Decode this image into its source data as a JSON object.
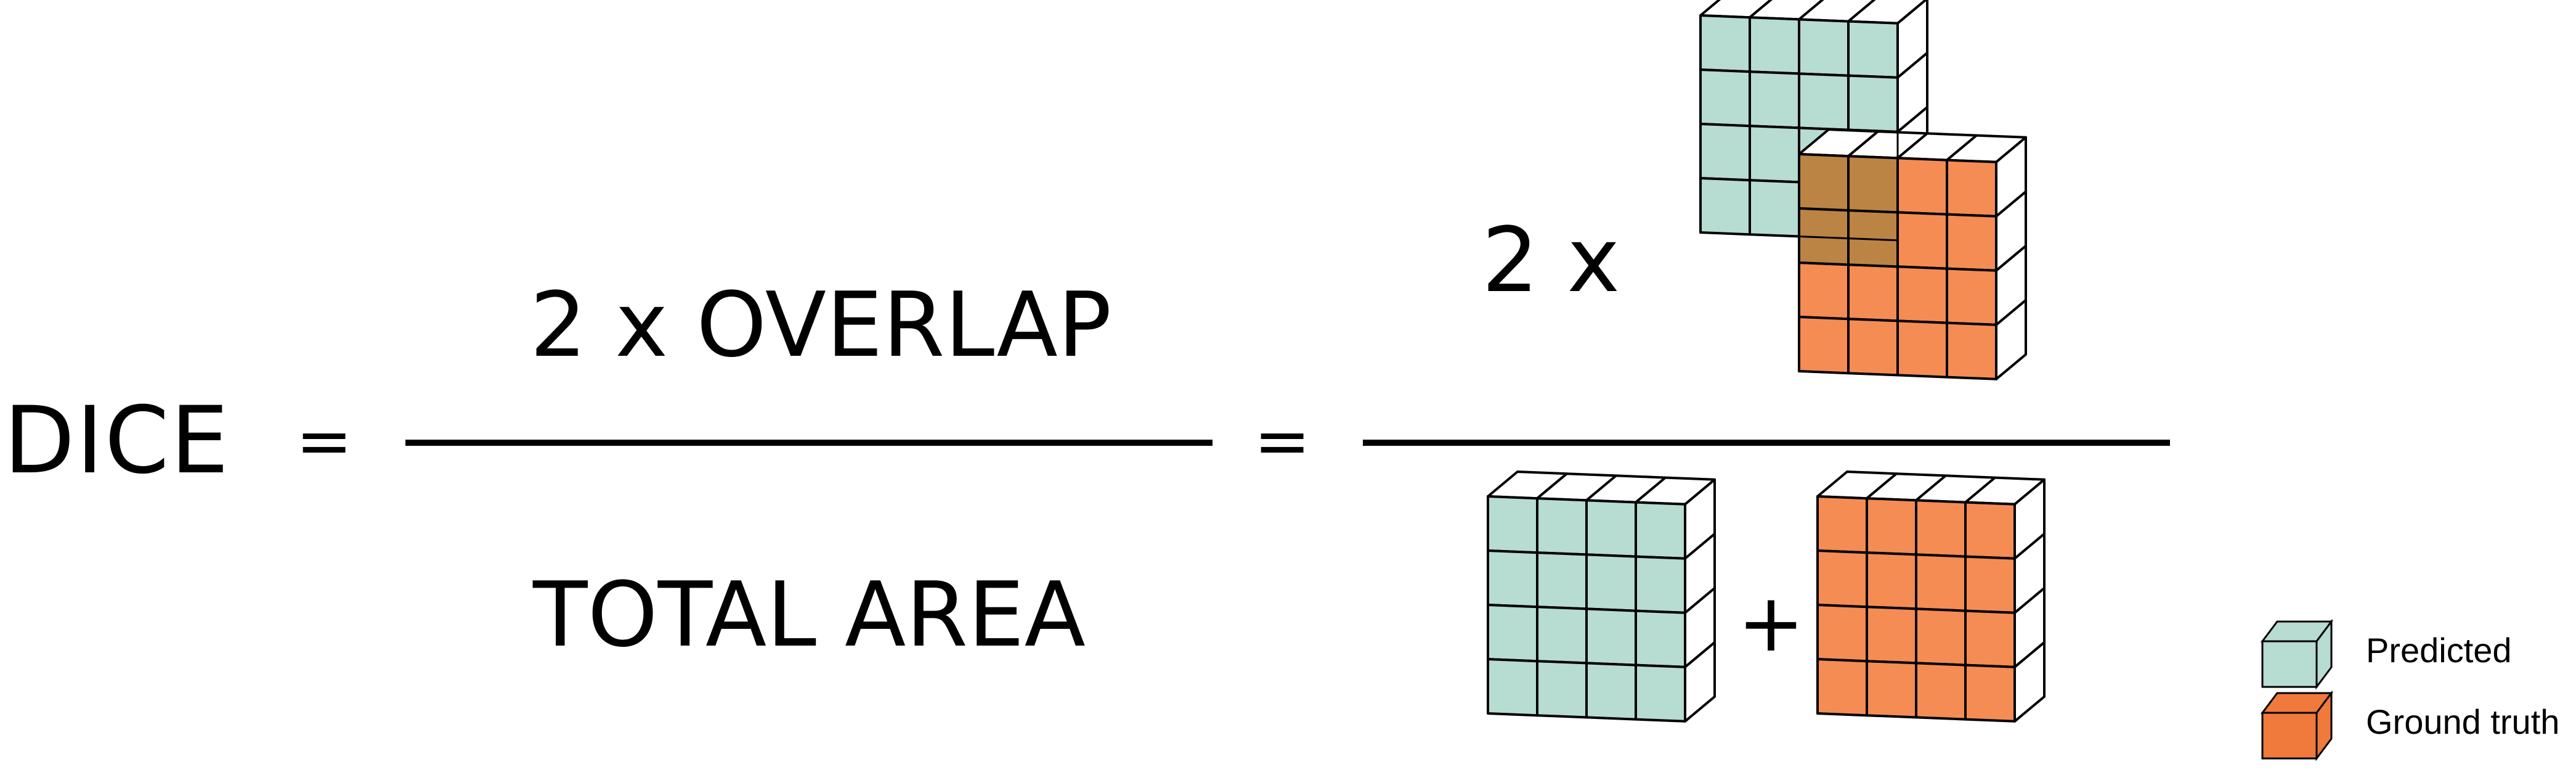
{
  "formula": {
    "lhs": "DICE",
    "equals_1": "=",
    "equals_2": "=",
    "left_numerator": "2 x OVERLAP",
    "left_denominator": "TOTAL AREA",
    "right_coefficient": "2  x",
    "plus": "+"
  },
  "legend": {
    "predicted_label": "Predicted",
    "ground_truth_label": "Ground truth"
  },
  "grid": {
    "rows": 4,
    "cols": 4
  },
  "colors": {
    "predicted": "#b7dcd2",
    "ground_truth": "#f58c54",
    "overlap": "#bc8444",
    "legend_ground_truth": "#f07a3c",
    "stroke": "#000000"
  }
}
